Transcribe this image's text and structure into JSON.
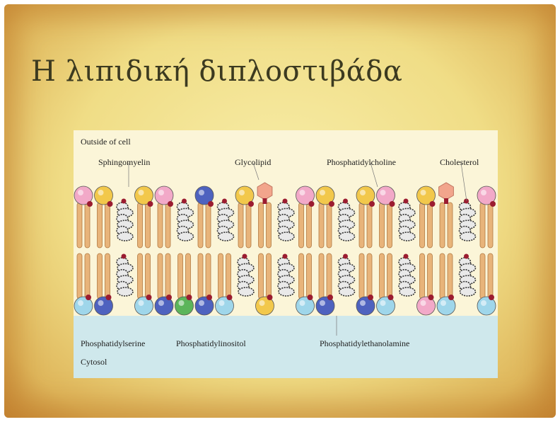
{
  "slide": {
    "title": "Η λιπιδική διπλοστιβάδα"
  },
  "diagram": {
    "region_outside": "Outside of cell",
    "region_inside": "Cytosol",
    "labels_top": [
      "Sphingomyelin",
      "Glycolipid",
      "Phosphatidylcholine",
      "Cholesterol"
    ],
    "labels_bottom": [
      "Phosphatidylserine",
      "Phosphatidylinositol",
      "Phosphatidylethanolamine"
    ],
    "colors": {
      "outside_bg": "#fbf5d8",
      "cytosol_bg": "#cfe8ec",
      "tail": "#e8b47a",
      "tail_edge": "#b27a43",
      "sphingomyelin": "#f2c84b",
      "phosphatidylcholine": "#f2a9c8",
      "glycolipid": "#f2a58c",
      "phosphatidylserine": "#9fd6ea",
      "phosphatidylinositol": "#5cb55a",
      "phosphatidylethanolamine": "#4e62bf",
      "cholesterol": "#333333",
      "phosphate": "#9b1c30"
    }
  }
}
